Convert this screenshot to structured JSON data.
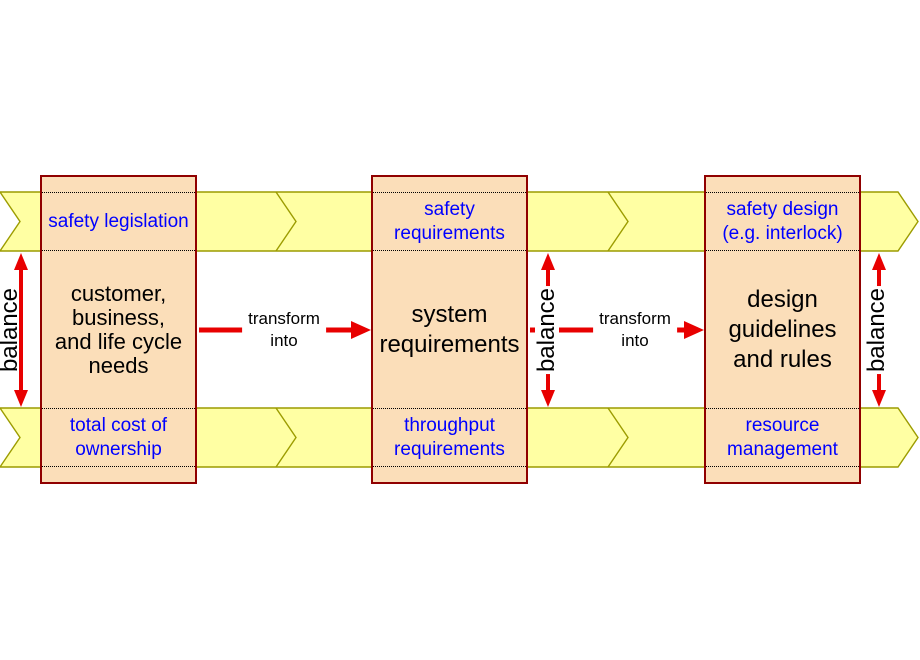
{
  "diagram": {
    "columns": [
      {
        "top": [
          "safety legislation"
        ],
        "main": [
          "customer,",
          "business,",
          "and life cycle",
          "needs"
        ],
        "bottom": [
          "total cost of",
          "ownership"
        ]
      },
      {
        "top": [
          "safety",
          "requirements"
        ],
        "main": [
          "system",
          "requirements"
        ],
        "bottom": [
          "throughput",
          "requirements"
        ]
      },
      {
        "top": [
          "safety design",
          "(e.g. interlock)"
        ],
        "main": [
          "design",
          "guidelines",
          "and rules"
        ],
        "bottom": [
          "resource",
          "management"
        ]
      }
    ],
    "connectors": {
      "transform": [
        "transform",
        "into"
      ],
      "balance": "balance"
    },
    "colors": {
      "band_fill": "#FFFFA3",
      "band_stroke": "#9C9C00",
      "box_fill": "#FBDEB9",
      "box_border": "#900000",
      "band_label_text": "#0000FF",
      "main_text": "#000000",
      "arrow_red": "#E80000",
      "background": "#FFFFFF"
    }
  }
}
